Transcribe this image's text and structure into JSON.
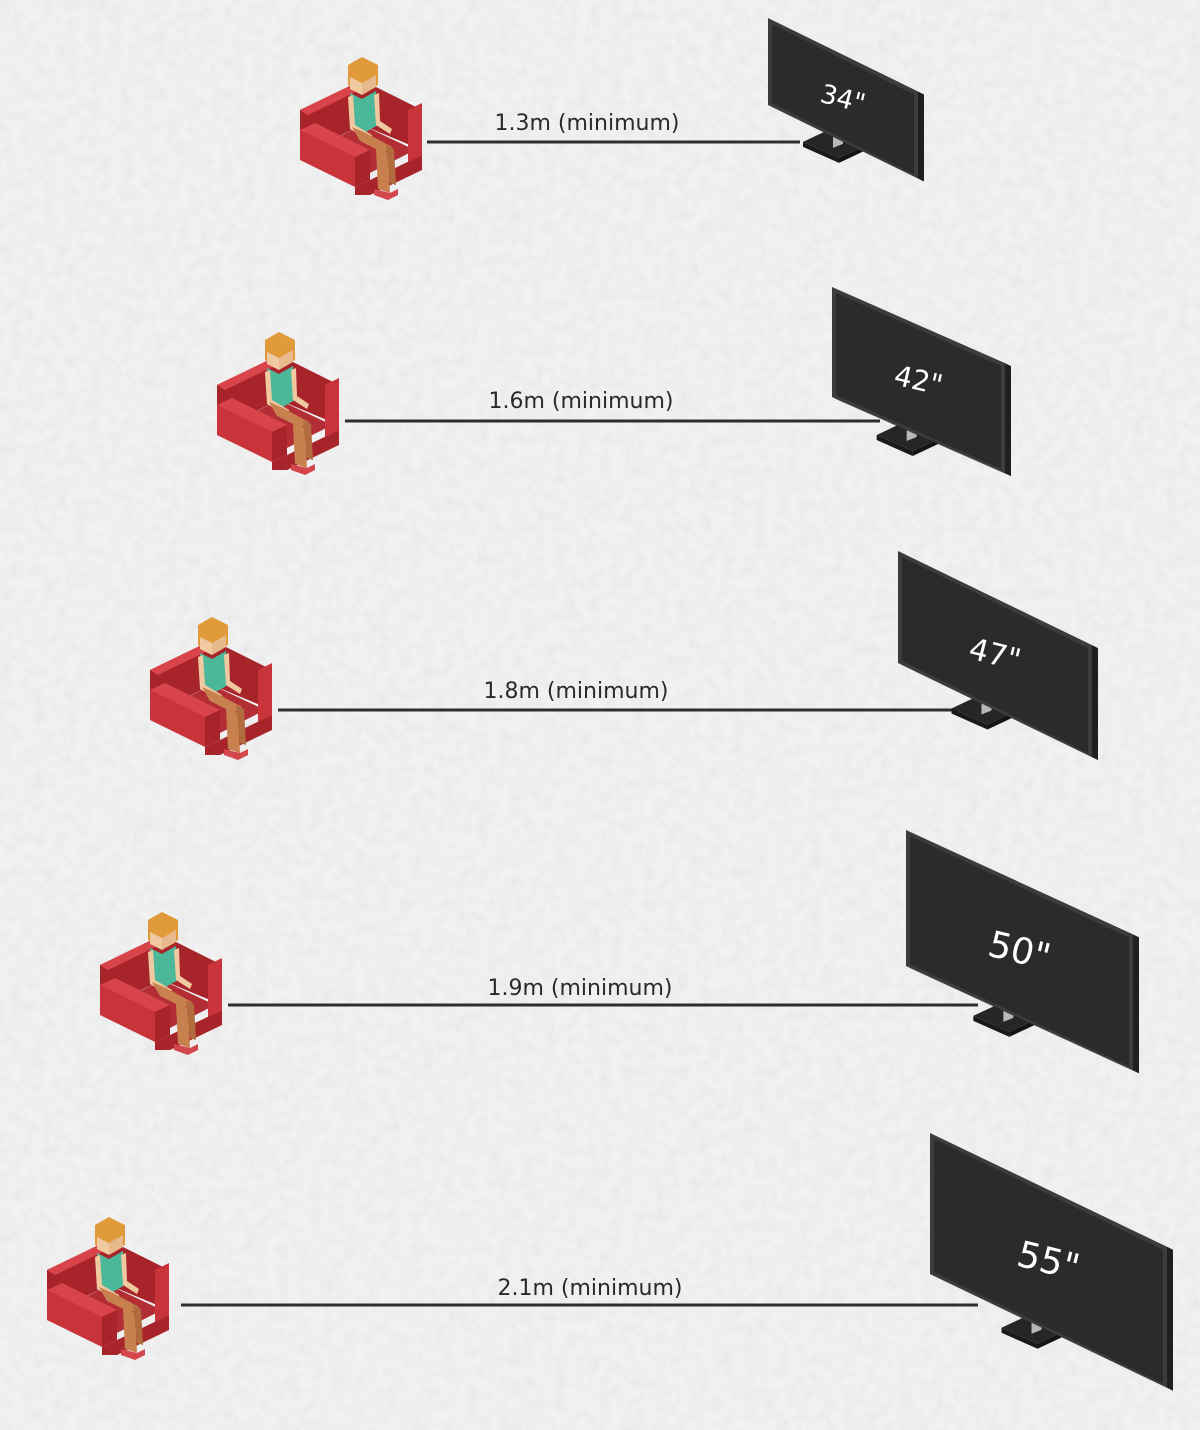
{
  "title": "Minimum TV viewing distance by screen size",
  "colors": {
    "background": "#efefef",
    "line": "#2e2e2e",
    "tv_face": "#2b2b2b",
    "tv_edge": "#3c3c3c",
    "tv_side": "#1f1f1f",
    "stand_neck": "#b8b8b8",
    "chair_front": "#c9343a",
    "chair_top": "#d8444a",
    "chair_dark": "#a8242b",
    "hair": "#e09a3a",
    "skin": "#f1c9a0",
    "shirt": "#4bb89a",
    "pants": "#c8804e",
    "shoes": "#d2464c"
  },
  "rows": [
    {
      "tv_size": "34\"",
      "distance_label": "1.3m (minimum)",
      "distance_m": 1.3,
      "size_in": 34
    },
    {
      "tv_size": "42\"",
      "distance_label": "1.6m (minimum)",
      "distance_m": 1.6,
      "size_in": 42
    },
    {
      "tv_size": "47\"",
      "distance_label": "1.8m (minimum)",
      "distance_m": 1.8,
      "size_in": 47
    },
    {
      "tv_size": "50\"",
      "distance_label": "1.9m (minimum)",
      "distance_m": 1.9,
      "size_in": 50
    },
    {
      "tv_size": "55\"",
      "distance_label": "2.1m (minimum)",
      "distance_m": 2.1,
      "size_in": 55
    }
  ],
  "icons": {
    "viewer": "person-in-armchair-icon",
    "tv": "television-icon"
  }
}
